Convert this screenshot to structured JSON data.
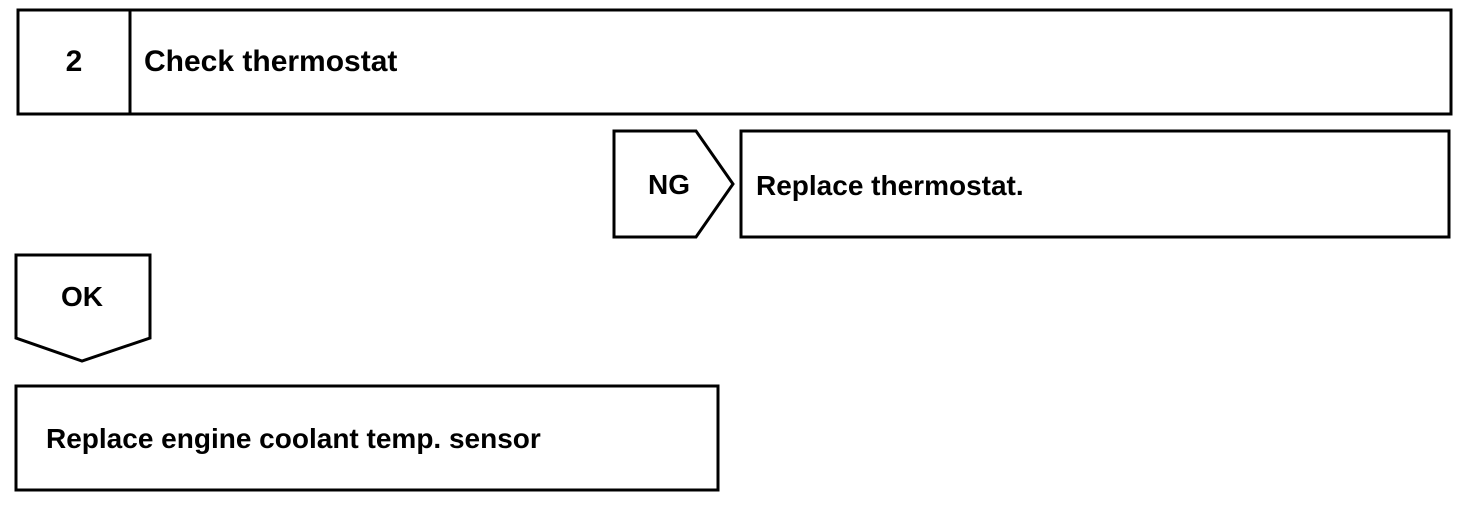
{
  "step": {
    "number": "2",
    "title": "Check thermostat"
  },
  "ng_branch": {
    "tag": "NG",
    "action": "Replace thermostat."
  },
  "ok_branch": {
    "tag": "OK",
    "action": "Replace engine coolant temp. sensor"
  }
}
